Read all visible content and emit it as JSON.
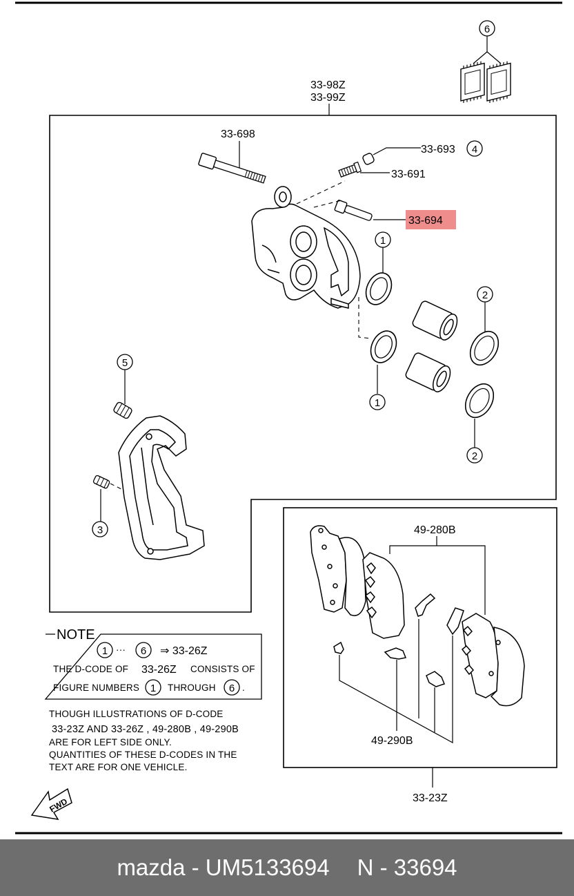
{
  "diagram": {
    "assembly_labels": [
      "33-98Z",
      "33-99Z"
    ],
    "part_labels": {
      "bolt": "33-698",
      "cap": "33-693",
      "bleeder": "33-691",
      "guide_pin": "33-694",
      "pad_set_a": "49-280B",
      "pad_set_b": "49-290B",
      "pad_assembly": "33-23Z"
    },
    "callouts": {
      "c1": "1",
      "c2": "2",
      "c3": "3",
      "c4": "4",
      "c5": "5",
      "c6": "6"
    },
    "highlight_color": "#ef8c8c",
    "fwd_label": "FWD"
  },
  "note": {
    "heading": "NOTE",
    "range_start": "1",
    "range_dots": "···",
    "range_end": "6",
    "arrow_code": "⇒ 33-26Z",
    "line1_a": "THE D-CODE OF",
    "line1_code": "33-26Z",
    "line1_b": "CONSISTS OF",
    "line2_a": "FIGURE NUMBERS",
    "line2_n1": "1",
    "line2_mid": "THROUGH",
    "line2_n2": "6",
    "line2_end": ".",
    "para1": "THOUGH ILLUSTRATIONS OF D-CODE",
    "para2_codes": "33-23Z  AND 33-26Z , 49-280B , 49-290B",
    "para3": "ARE FOR LEFT SIDE ONLY.",
    "para4": "QUANTITIES OF THESE D-CODES IN THE",
    "para5": "TEXT ARE FOR ONE VEHICLE."
  },
  "footer": {
    "brand_part": "mazda - UM5133694",
    "part_number": "N - 33694"
  }
}
